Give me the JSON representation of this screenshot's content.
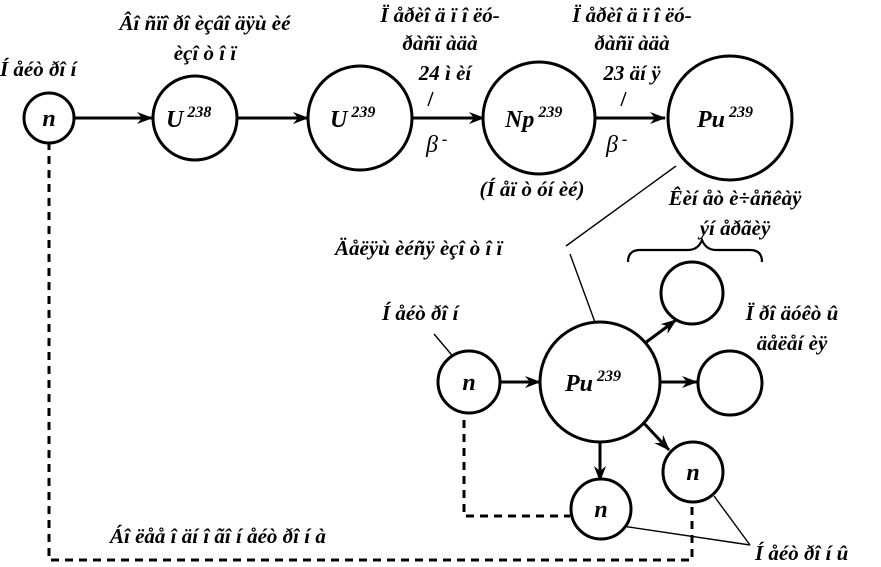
{
  "labels": {
    "neutron_top": "Í åéò ðî í",
    "capture_line1": "Âî ñïî ðî èçâî äÿù èé",
    "capture_line2": "èçî ò î ï",
    "halflife1_line1": "Ï åðèî ä ï î ëó-",
    "halflife1_line2": "ðàñï àäà",
    "halflife1_value": "24 ì èí",
    "halflife2_line1": "Ï åðèî ä ï î ëó-",
    "halflife2_line2": "ðàñï àäà",
    "halflife2_value": "23 äí ÿ",
    "neptunium_name": "(Í åï ò óí èé)",
    "fissile_isotope": "Äåëÿù èéñÿ èçî ò î ï",
    "fragments_line1": "Êèí åò è÷åñêàÿ",
    "fragments_line2": "ýí åðãèÿ",
    "products_line1": "Ï ðî äóêò û",
    "products_line2": "äåëåí èÿ",
    "neutron_incident": "Í åéò ðî í",
    "neutrons_bottom": "Í åéò ðî í û",
    "breeding": "Áî ëåå î äí î ãî í åéò ðî í à",
    "slash": "/"
  },
  "nodes": {
    "n_start": {
      "symbol": "n",
      "mass": ""
    },
    "u238": {
      "symbol": "U",
      "mass": "238"
    },
    "u239": {
      "symbol": "U",
      "mass": "239"
    },
    "np239": {
      "symbol": "Np",
      "mass": "239"
    },
    "pu239_top": {
      "symbol": "Pu",
      "mass": "239"
    },
    "n_in": {
      "symbol": "n",
      "mass": ""
    },
    "pu239_fission": {
      "symbol": "Pu",
      "mass": "239"
    },
    "n_out_right": {
      "symbol": "n",
      "mass": ""
    },
    "n_out_bottom": {
      "symbol": "n",
      "mass": ""
    }
  },
  "decay": {
    "beta1": {
      "symbol": "β",
      "charge": "-"
    },
    "beta2": {
      "symbol": "β",
      "charge": "-"
    }
  },
  "colors": {
    "ink": "#000000",
    "background": "#ffffff"
  }
}
